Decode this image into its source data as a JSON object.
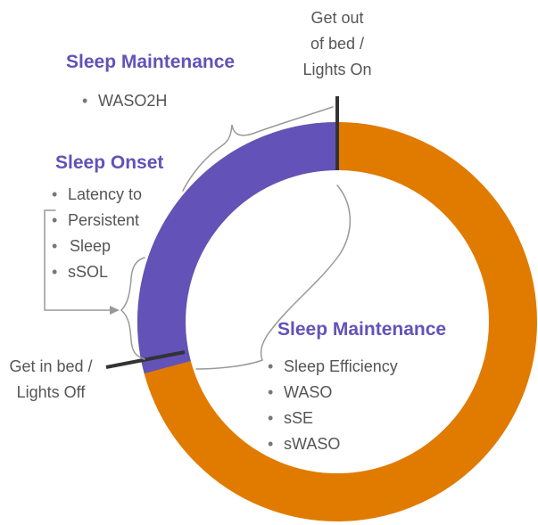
{
  "colors": {
    "remaining_segment": "#e07b00",
    "sleep_onset_segment": "#6352b8",
    "heading_text": "#6352b8",
    "body_text": "#555555",
    "marker_line": "#333333",
    "bracket_line": "#999999"
  },
  "arc_segments": [
    {
      "name": "sleep-onset-period",
      "start_deg": 0,
      "end_deg": 255,
      "color": "#6352b8"
    }
  ],
  "markers": [
    {
      "name": "lights-on",
      "angle_deg": 0
    },
    {
      "name": "lights-off",
      "angle_deg": 255
    }
  ],
  "top_label": {
    "lines": [
      "Get out",
      "of bed /",
      "Lights On"
    ]
  },
  "left_label": {
    "lines": [
      "Get in bed /",
      "Lights Off"
    ]
  },
  "sleep_maintenance_top": {
    "title": "Sleep Maintenance",
    "items": [
      "WASO2H"
    ]
  },
  "sleep_onset": {
    "title": "Sleep Onset",
    "items": [
      "Latency to",
      "Persistent",
      "Sleep",
      "sSOL"
    ]
  },
  "sleep_maintenance_main": {
    "title": "Sleep Maintenance",
    "items": [
      "Sleep Efficiency",
      "WASO",
      "sSE",
      "sWASO"
    ]
  }
}
